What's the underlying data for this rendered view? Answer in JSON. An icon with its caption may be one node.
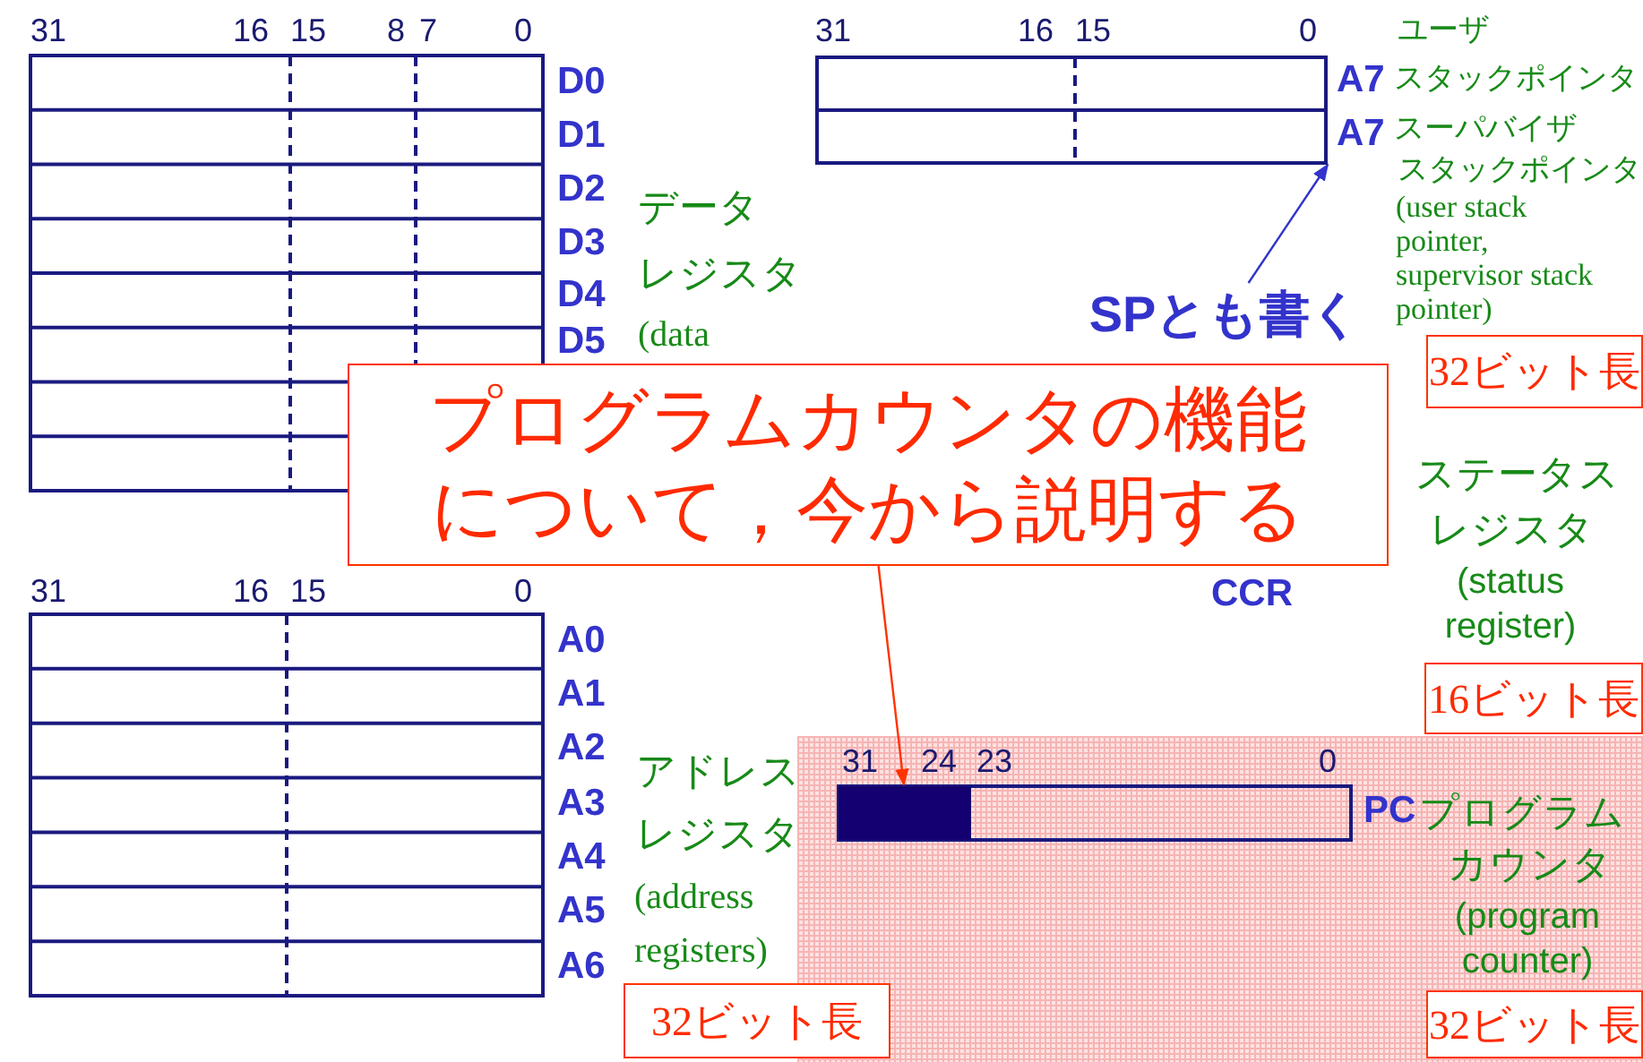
{
  "diagram": {
    "nodes": [
      {
        "text": [],
        "shape": "box"
      },
      {
        "text": [
          "SPとも書く"
        ]
      },
      {
        "text": [
          "32ビット長"
        ]
      },
      {
        "text": [
          "プログラムカウンタの機能について，今から説明する"
        ]
      },
      {
        "text": [
          "16ビット長"
        ]
      },
      {
        "text": [],
        "shape": "bar"
      },
      {
        "text": [
          "32ビット長"
        ]
      },
      {
        "text": [
          "32ビット長"
        ]
      }
    ],
    "edges": [
      {
        "from": 1,
        "to": 0,
        "arrow": "to",
        "color": "#3333cc"
      },
      {
        "from": 3,
        "to": 5,
        "arrow": "to",
        "color": "#ff3300"
      }
    ],
    "labels": [
      "31",
      "16",
      "15",
      "8",
      "7",
      "0",
      "31",
      "16",
      "15",
      "0",
      "ユーザ",
      "D0",
      "A7",
      "スタックポインタ",
      "D1",
      "A7",
      "スーパバイザ",
      "D2",
      "スタックポインタ",
      "(user stack pointer, supervisor stack pointer)",
      "D3",
      "データ",
      "レジスタ",
      "D4",
      "D5",
      "(data",
      "ステータス",
      "レジスタ",
      "(status register)",
      "31",
      "16",
      "15",
      "0",
      "CCR",
      "A0",
      "A1",
      "A2",
      "アドレス",
      "31",
      "24",
      "23",
      "0",
      "A3",
      "レジスタ",
      "PC",
      "プログラム",
      "A4",
      "カウンタ",
      "(address registers)",
      "A5",
      "(program counter)",
      "A6"
    ]
  }
}
